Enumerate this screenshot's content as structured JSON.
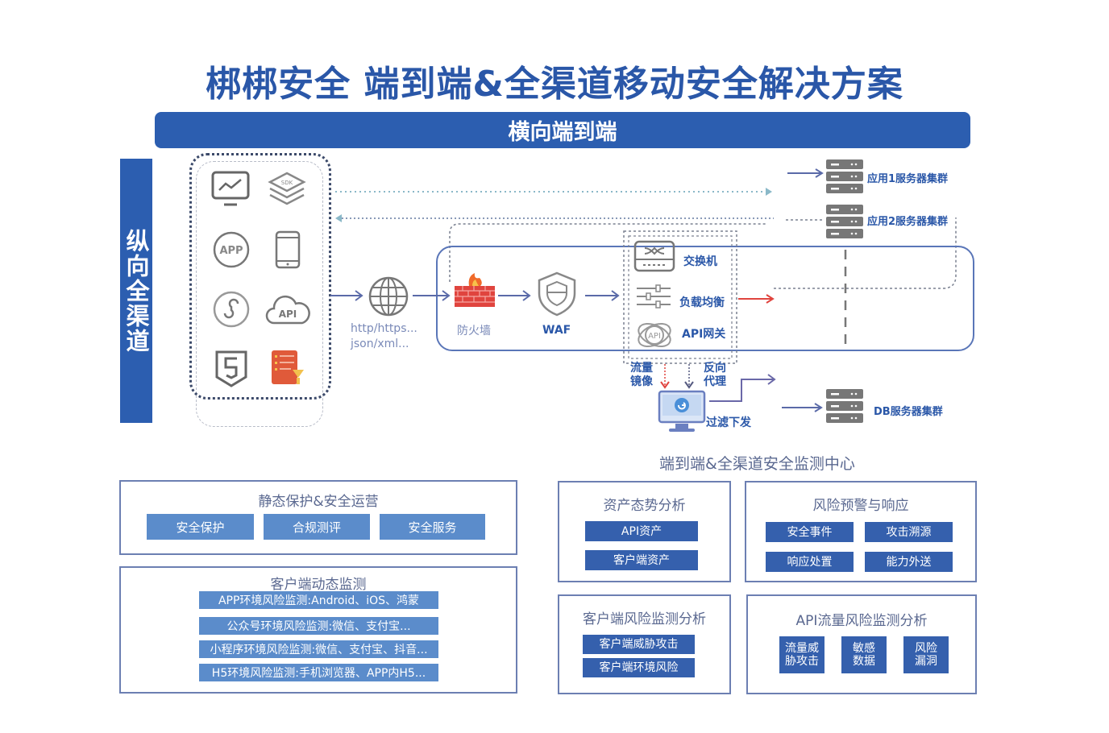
{
  "title": "梆梆安全 端到端&全渠道移动安全解决方案",
  "horizontal_banner": "横向端到端",
  "vertical_banner": "纵向全渠道",
  "clients": {
    "icons": [
      "monitor-chart",
      "sdk-layers",
      "app",
      "mobile-phone",
      "mini-program",
      "cloud-api",
      "html5",
      "document-report"
    ],
    "sdk_text": "SDK",
    "app_text": "APP",
    "api_text": "API"
  },
  "network": {
    "protocol_line1": "http/https...",
    "protocol_line2": "json/xml..."
  },
  "gateway": {
    "firewall": "防火墙",
    "waf": "WAF",
    "switch": "交换机",
    "load_balancer": "负载均衡",
    "api_gateway": "API网关",
    "api_icon_text": "API",
    "traffic_mirror": "流量\n镜像",
    "traffic_mirror_l1": "流量",
    "traffic_mirror_l2": "镜像",
    "reverse_proxy_l1": "反向",
    "reverse_proxy_l2": "代理",
    "filter_dispatch": "过滤下发"
  },
  "servers": {
    "app1": "应用1服务器集群",
    "app2": "应用2服务器集群",
    "db": "DB服务器集群"
  },
  "colors": {
    "primary": "#2c5eb0",
    "light_button": "#5b8ccb",
    "dark_button": "#3560ad",
    "firewall_red": "#e0443e",
    "mirror_red": "#e0443e"
  },
  "static_protection": {
    "title": "静态保护&安全运营",
    "items": [
      "安全保护",
      "合规测评",
      "安全服务"
    ]
  },
  "client_dynamic": {
    "title": "客户端动态监测",
    "items": [
      "APP环境风险监测:Android、iOS、鸿蒙",
      "公众号环境风险监测:微信、支付宝...",
      "小程序环境风险监测:微信、支付宝、抖音...",
      "H5环境风险监测:手机浏览器、APP内H5..."
    ]
  },
  "monitor_center": {
    "title": "端到端&全渠道安全监测中心",
    "asset": {
      "title": "资产态势分析",
      "items": [
        "API资产",
        "客户端资产"
      ]
    },
    "risk_alert": {
      "title": "风险预警与响应",
      "items": [
        "安全事件",
        "攻击溯源",
        "响应处置",
        "能力外送"
      ]
    },
    "client_risk": {
      "title": "客户端风险监测分析",
      "items": [
        "客户端威胁攻击",
        "客户端环境风险"
      ]
    },
    "api_traffic": {
      "title": "API流量风险监测分析",
      "items": [
        {
          "l1": "流量威",
          "l2": "胁攻击"
        },
        {
          "l1": "敏感",
          "l2": "数据"
        },
        {
          "l1": "风险",
          "l2": "漏洞"
        }
      ]
    }
  }
}
